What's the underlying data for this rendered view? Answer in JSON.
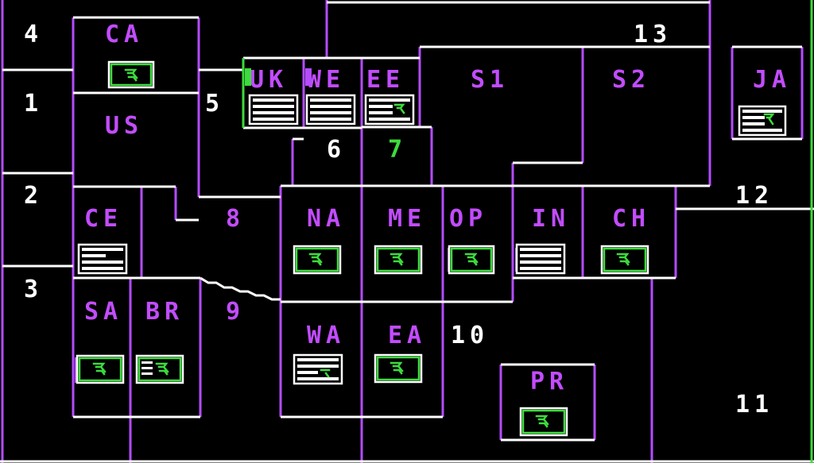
{
  "map": {
    "regions": [
      {
        "id": "CA",
        "label": "CA"
      },
      {
        "id": "US",
        "label": "US"
      },
      {
        "id": "UK",
        "label": "UK"
      },
      {
        "id": "WE",
        "label": "WE"
      },
      {
        "id": "EE",
        "label": "EE"
      },
      {
        "id": "S1",
        "label": "S1"
      },
      {
        "id": "S2",
        "label": "S2"
      },
      {
        "id": "JA",
        "label": "JA"
      },
      {
        "id": "CE",
        "label": "CE"
      },
      {
        "id": "NA",
        "label": "NA"
      },
      {
        "id": "ME",
        "label": "ME"
      },
      {
        "id": "OP",
        "label": "OP"
      },
      {
        "id": "IN",
        "label": "IN"
      },
      {
        "id": "CH",
        "label": "CH"
      },
      {
        "id": "SA",
        "label": "SA"
      },
      {
        "id": "BR",
        "label": "BR"
      },
      {
        "id": "WA",
        "label": "WA"
      },
      {
        "id": "EA",
        "label": "EA"
      },
      {
        "id": "PR",
        "label": "PR"
      }
    ],
    "sea_zones": [
      "1",
      "2",
      "3",
      "4",
      "5",
      "6",
      "7",
      "8",
      "9",
      "10",
      "11",
      "12",
      "13"
    ]
  },
  "colors": {
    "background": "#000000",
    "border": "#ffffff",
    "accent_purple": "#b44cff",
    "accent_green": "#3cdc3c"
  }
}
